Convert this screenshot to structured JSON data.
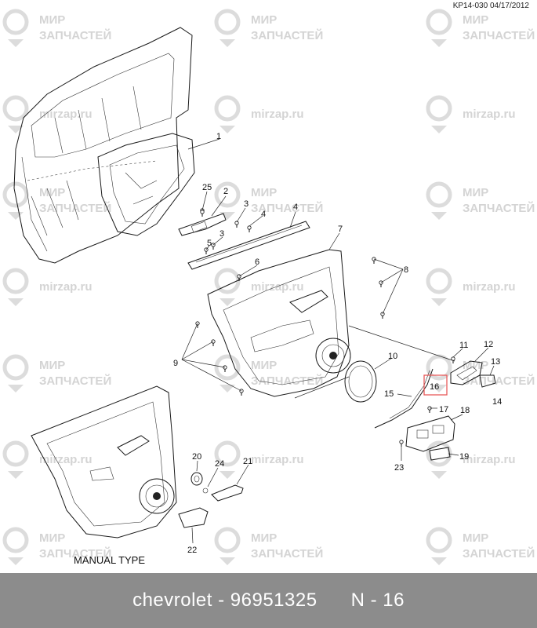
{
  "header": {
    "doc_code": "KP14-030 04/17/2012"
  },
  "note": {
    "manual_type": "MANUAL TYPE"
  },
  "watermark": {
    "line1": "МИР",
    "line2": "ЗАПЧАСТЕЙ",
    "site": "mirzap.ru"
  },
  "callouts": [
    "1",
    "2",
    "3",
    "3",
    "4",
    "4",
    "5",
    "6",
    "7",
    "8",
    "9",
    "10",
    "11",
    "12",
    "13",
    "14",
    "15",
    "16",
    "17",
    "18",
    "19",
    "20",
    "21",
    "22",
    "23",
    "24",
    "25"
  ],
  "highlight": {
    "label": "16",
    "color": "#e85a5a"
  },
  "footer": {
    "brand": "chevrolet",
    "sep1": " - ",
    "part_number": "96951325",
    "gap": "      ",
    "ref": "N - 16"
  }
}
